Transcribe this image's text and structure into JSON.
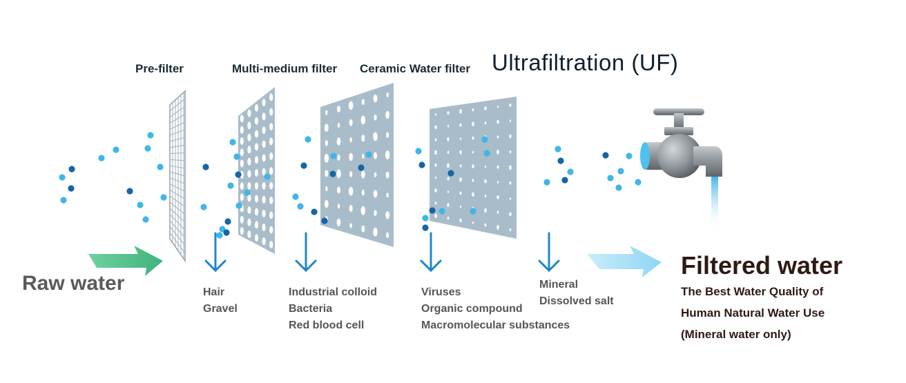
{
  "stages": [
    {
      "name": "Pre-filter",
      "removes": [
        "Hair",
        "Gravel"
      ]
    },
    {
      "name": "Multi-medium filter",
      "removes": [
        "Industrial colloid",
        "Bacteria",
        "Red blood cell"
      ]
    },
    {
      "name": "Ceramic Water filter",
      "removes": [
        "Viruses",
        "Organic compound",
        "Macromolecular substances"
      ]
    },
    {
      "name": "Ultrafiltration (UF)",
      "removes": [
        "Mineral",
        "Dissolved salt"
      ]
    }
  ],
  "input": {
    "label": "Raw water"
  },
  "output": {
    "title": "Filtered water",
    "lines": [
      "The Best Water Quality of",
      "Human Natural Water Use",
      "(Mineral water only)"
    ]
  },
  "colors": {
    "dot_light": "#3fb6e8",
    "dot_dark": "#1565a8",
    "arrow_blue": "#1f86c8",
    "raw_arrow": "#4cbf8a",
    "clean_arrow": "#a6ddf5",
    "panel": "#a9bcc9",
    "grid_stroke": "#8fa1ad",
    "faucet": "#8f959a",
    "water": "#6fc6ee"
  },
  "icons": [
    "down-arrow-icon",
    "faucet-icon",
    "flow-arrow-icon"
  ]
}
